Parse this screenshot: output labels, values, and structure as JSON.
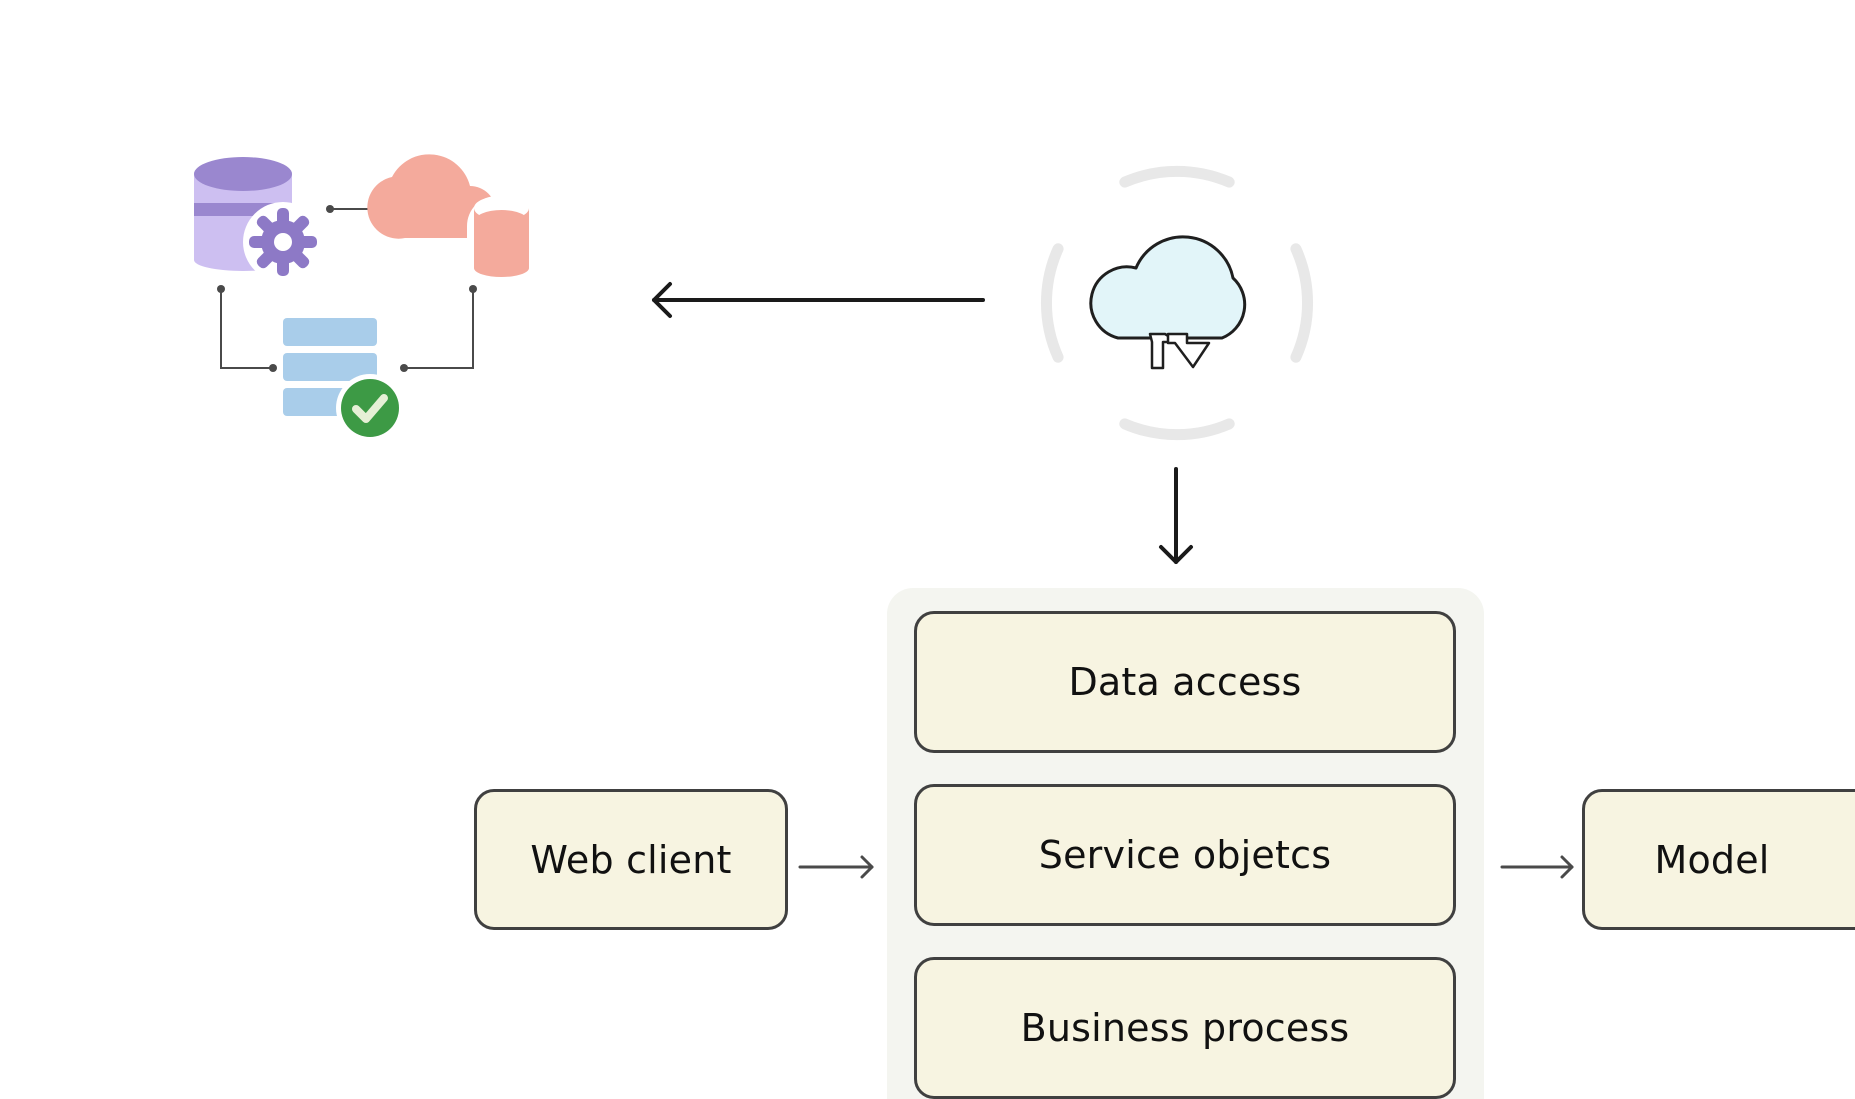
{
  "diagram": {
    "layers": [
      {
        "label": "Data access"
      },
      {
        "label": "Service objetcs"
      },
      {
        "label": "Business process"
      }
    ],
    "input_node": {
      "label": "Web client"
    },
    "output_node": {
      "label": "Model"
    }
  },
  "icons": {
    "data_integration": "data-integration-icon",
    "cloud_sync": "cloud-sync-icon"
  },
  "colors": {
    "box_fill": "#f7f4e1",
    "box_border": "#404040",
    "panel_fill": "#f4f5f0",
    "database_purple": "#9a87cf",
    "cloud_salmon": "#f4aa9c",
    "server_blue": "#a9cdea",
    "check_green": "#3d9a45",
    "cloud_fill": "#e2f5f9"
  }
}
